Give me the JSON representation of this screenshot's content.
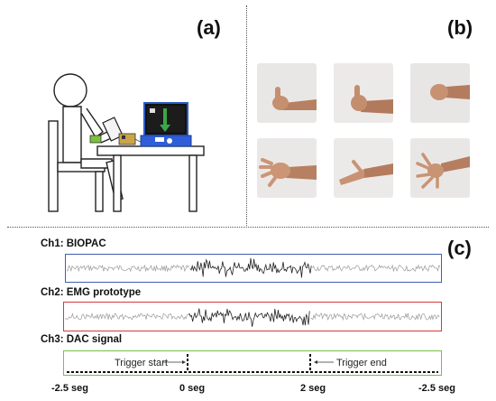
{
  "panels": {
    "a": "(a)",
    "b": "(b)",
    "c": "(c)"
  },
  "channels": [
    {
      "label": "Ch1: BIOPAC",
      "border_color": "#3f5fae"
    },
    {
      "label": "Ch2: EMG prototype",
      "border_color": "#d43a3a"
    },
    {
      "label": "Ch3: DAC signal",
      "border_color": "#77c04a"
    }
  ],
  "triggers": {
    "start": "Trigger start",
    "end": "Trigger end"
  },
  "time_axis": [
    "-2.5 seg",
    "0 seg",
    "2 seg",
    "-2.5 seg"
  ],
  "gestures": [
    {
      "name": "thumb-side",
      "row": 0
    },
    {
      "name": "thumbs-up",
      "row": 0
    },
    {
      "name": "fist",
      "row": 0
    },
    {
      "name": "open-palm",
      "row": 1
    },
    {
      "name": "flat-hand",
      "row": 1
    },
    {
      "name": "spread-fingers",
      "row": 1
    }
  ]
}
